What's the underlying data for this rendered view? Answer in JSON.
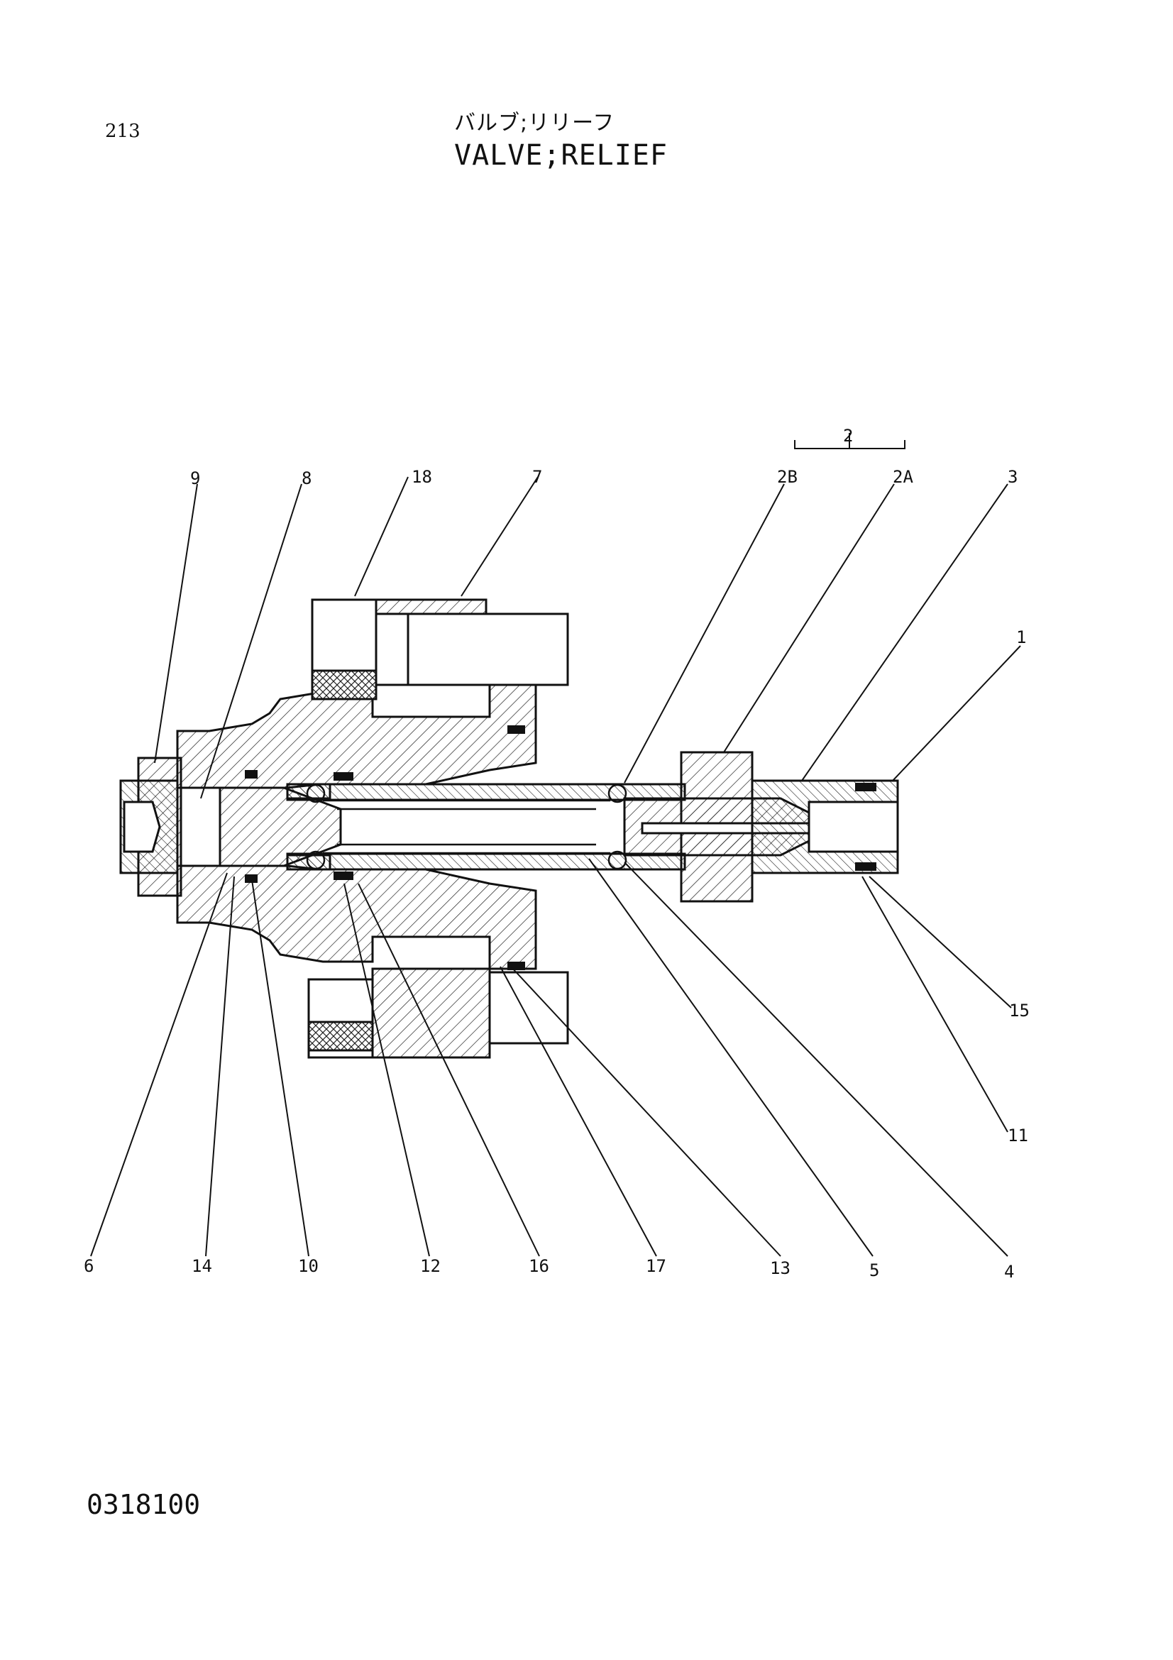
{
  "page_number": "213",
  "title_jp": "バルブ;リリーフ",
  "title_en": "VALVE;RELIEF",
  "drawing_code": "0318100",
  "callouts": {
    "c1": "1",
    "c2": "2",
    "c2A": "2A",
    "c2B": "2B",
    "c3": "3",
    "c4": "4",
    "c5": "5",
    "c6": "6",
    "c7": "7",
    "c8": "8",
    "c9": "9",
    "c10": "10",
    "c11": "11",
    "c12": "12",
    "c13": "13",
    "c14": "14",
    "c15": "15",
    "c16": "16",
    "c17": "17",
    "c18": "18"
  }
}
